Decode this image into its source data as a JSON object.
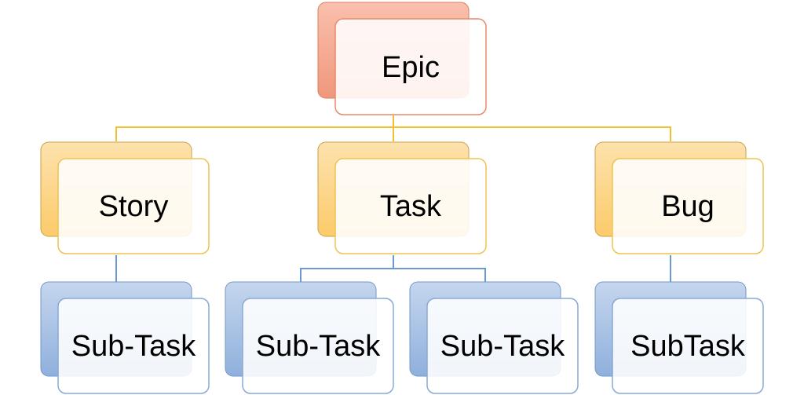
{
  "diagram": {
    "root": {
      "label": "Epic",
      "color": "orange"
    },
    "level1": [
      {
        "label": "Story",
        "color": "gold"
      },
      {
        "label": "Task",
        "color": "gold"
      },
      {
        "label": "Bug",
        "color": "gold"
      }
    ],
    "level2": [
      {
        "label": "Sub-Task",
        "parent": "Story",
        "color": "blue"
      },
      {
        "label": "Sub-Task",
        "parent": "Task",
        "color": "blue"
      },
      {
        "label": "Sub-Task",
        "parent": "Task",
        "color": "blue"
      },
      {
        "label": "SubTask",
        "parent": "Bug",
        "color": "blue"
      }
    ]
  },
  "colors": {
    "orange_back_top": "#fac0ad",
    "orange_back_bottom": "#f0977c",
    "orange_border": "#e98a6a",
    "gold_back_top": "#fde2ad",
    "gold_back_bottom": "#fccb6b",
    "gold_border": "#eec350",
    "gold_connector": "#f3bf2c",
    "blue_back_top": "#c5d6ee",
    "blue_back_bottom": "#8fb0dc",
    "blue_border": "#89a9d6",
    "blue_connector": "#6a98d2"
  }
}
